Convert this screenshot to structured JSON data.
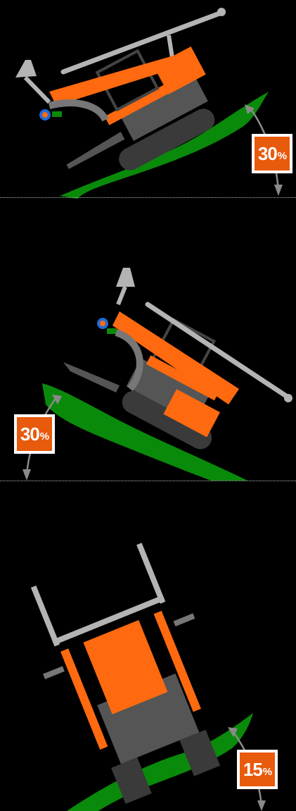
{
  "panels": [
    {
      "slope": {
        "value": "30",
        "unit": "%"
      }
    },
    {
      "slope": {
        "value": "30",
        "unit": "%"
      }
    },
    {
      "slope": {
        "value": "15",
        "unit": "%"
      }
    }
  ],
  "colors": {
    "machine_orange": "#ff6a10",
    "ground_green": "#0a8a0a",
    "frame_grey": "#b4b4b4",
    "body_dark": "#555555",
    "track_dark": "#3a3a3a",
    "badge_fill": "#e85a0c",
    "badge_border": "#ffffff",
    "arrow_grey": "#8a8a8a"
  }
}
